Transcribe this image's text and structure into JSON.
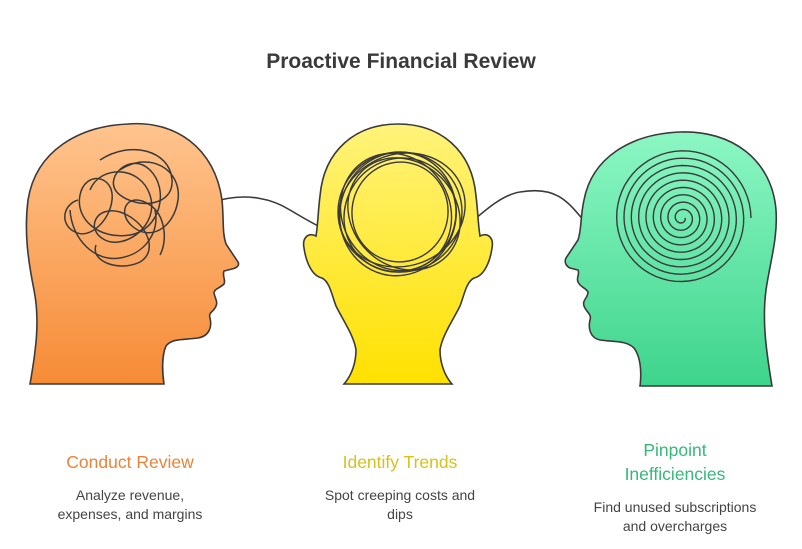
{
  "title": "Proactive Financial Review",
  "colors": {
    "orange": "#e8843a",
    "yellow": "#d4c21e",
    "green": "#35b97a"
  },
  "stages": [
    {
      "label": "Conduct Review",
      "desc_lines": [
        "Analyze revenue,",
        "expenses, and margins"
      ],
      "icon": "tangled-scribble-icon"
    },
    {
      "label": "Identify Trends",
      "desc_lines": [
        "Spot creeping costs and",
        "dips"
      ],
      "icon": "circular-scribble-icon"
    },
    {
      "label_lines": [
        "Pinpoint",
        "Inefficiencies"
      ],
      "desc_lines": [
        "Find unused subscriptions",
        "and overcharges"
      ],
      "icon": "spiral-icon"
    }
  ]
}
